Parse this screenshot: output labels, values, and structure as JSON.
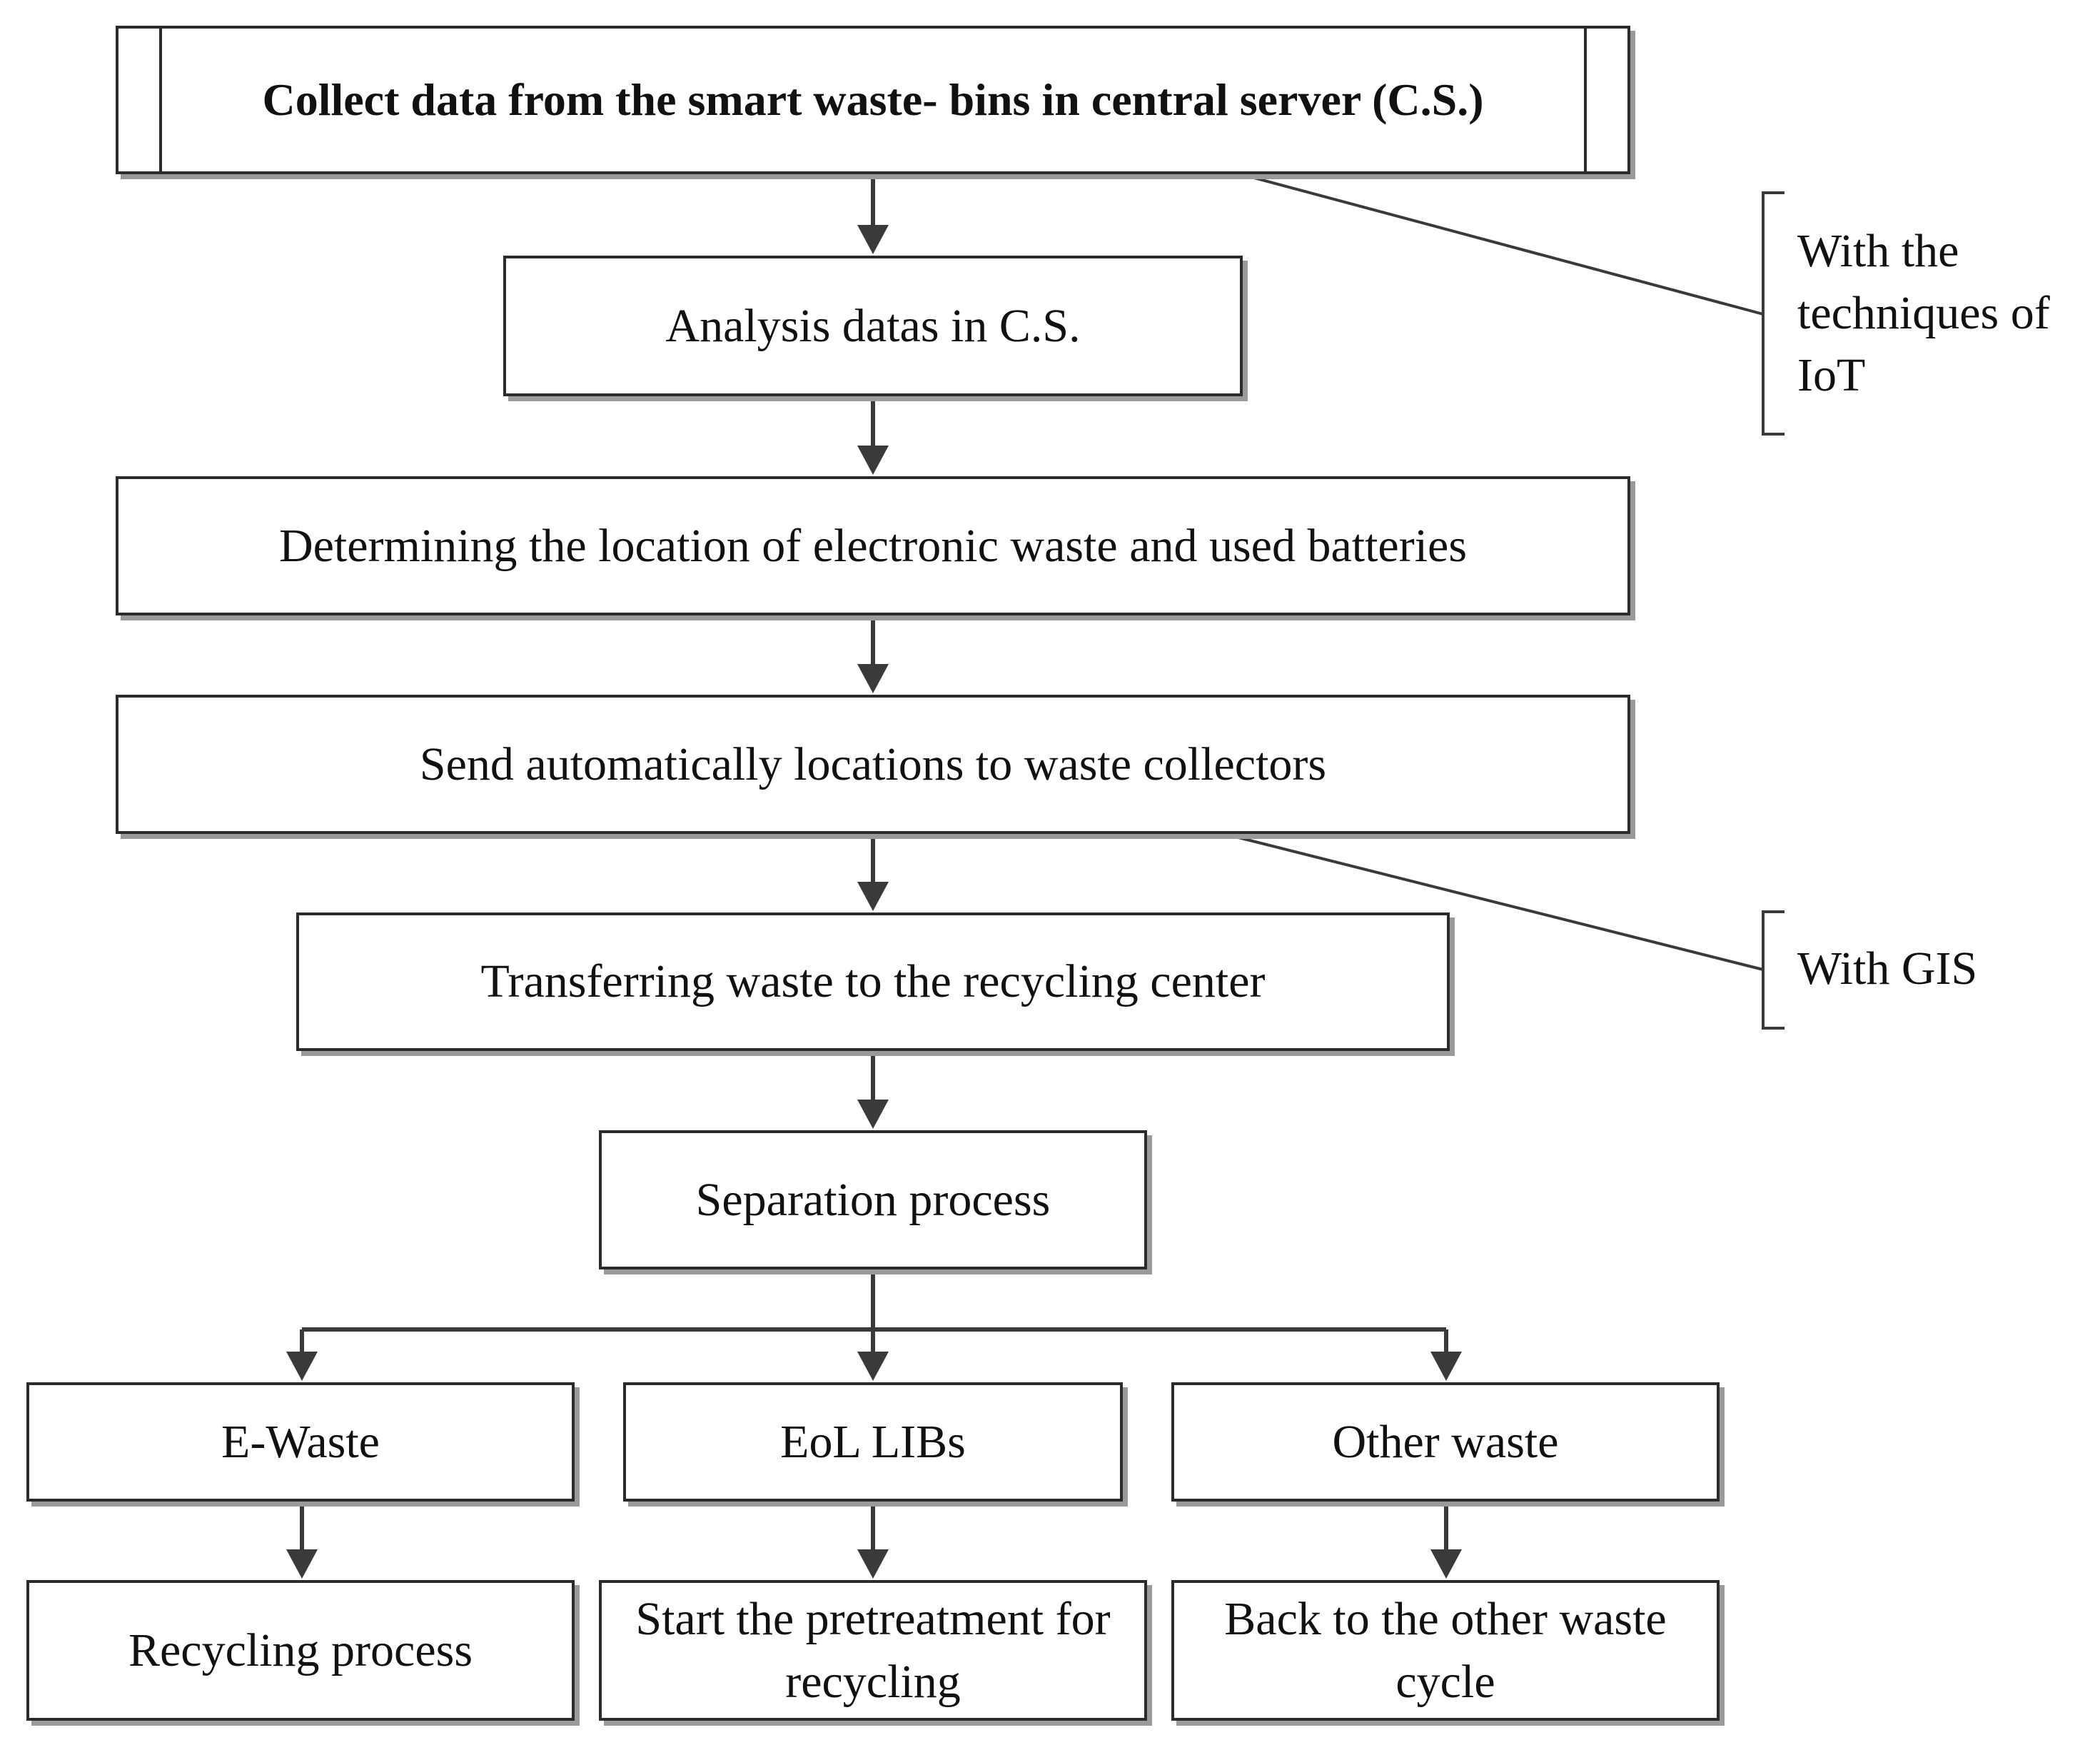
{
  "nodes": {
    "collect": "Collect data from the smart waste- bins in central server (C.S.)",
    "analysis": "Analysis datas in C.S.",
    "determine": "Determining the location of electronic waste and used batteries",
    "send": "Send automatically locations to waste collectors",
    "transfer": "Transferring waste to the recycling center",
    "separation": "Separation process",
    "ewaste": "E-Waste",
    "eol": "EoL LIBs",
    "other": "Other waste",
    "recycling": "Recycling process",
    "pretreat_1": "Start the pretreatment for",
    "pretreat_2": "recycling",
    "back_1": "Back to the other waste",
    "back_2": "cycle"
  },
  "annotations": {
    "iot_1": "With the",
    "iot_2": "techniques of",
    "iot_3": "IoT",
    "gis": "With GIS"
  }
}
